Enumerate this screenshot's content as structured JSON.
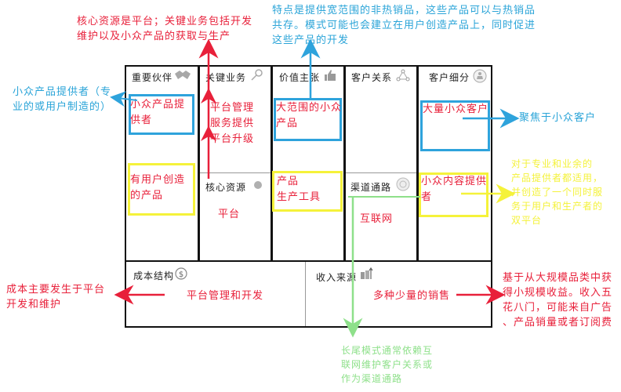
{
  "canvas": {
    "blocks": {
      "key_partners": {
        "title": "重要伙伴",
        "icon": "handshake-icon",
        "content_top": "小众产品提供者",
        "content_bottom": "有用户创造的产品"
      },
      "key_activities": {
        "title": "关键业务",
        "icon": "key-icon",
        "content": "平台管理\n服务提供\n平台升级"
      },
      "key_resources": {
        "title": "核心资源",
        "icon": "resource-dot-icon",
        "content": "平台"
      },
      "value_propositions": {
        "title": "价值主张",
        "icon": "thumbs-up-icon",
        "content_top": "大范围的小众产品",
        "content_bottom": "产品\n生产工具"
      },
      "customer_relationships": {
        "title": "客户关系",
        "icon": "network-icon"
      },
      "channels": {
        "title": "渠道通路",
        "icon": "globe-icon",
        "content": "互联网"
      },
      "customer_segments": {
        "title": "客户细分",
        "icon": "people-icon",
        "content_top": "大量小众客户",
        "content_bottom": "小众内容提供者"
      },
      "cost_structure": {
        "title": "成本结构",
        "icon": "dollar-icon",
        "content": "平台管理和开发"
      },
      "revenue_streams": {
        "title": "收入来源",
        "icon": "money-bag-icon",
        "content": "多种少量的销售"
      }
    }
  },
  "annotations": {
    "top_red": "核心资源是平台；关键业务包括开发\n维护以及小众产品的获取与生产",
    "top_blue": "特点是提供宽范围的非热销品，这些产品可以与热销品\n共存。模式可能也会建立在用户创造产品上，同时促进\n这些产品的开发",
    "left_blue": "小众产品提供者（专\n业的或用户制造的）",
    "right_blue": "聚焦于小众客户",
    "right_yellow": "对于专业和业余的\n产品提供者都适用，\n并创造了一个同时服\n务于用户和生产者的\n双平台",
    "left_red": "成本主要发生于平台\n开发和维护",
    "right_red": "基于从大规模品类中获\n得小规模收益。收入五\n花八门，可能来自广告\n、产品销量或者订阅费",
    "bottom_green": "长尾模式通常依赖互\n联网维护客户关系或\n作为渠道通路"
  },
  "colors": {
    "red": "#e8203a",
    "blue": "#2ea3dc",
    "yellow": "#f5f23a",
    "green": "#8ee08a",
    "border": "#111111"
  }
}
